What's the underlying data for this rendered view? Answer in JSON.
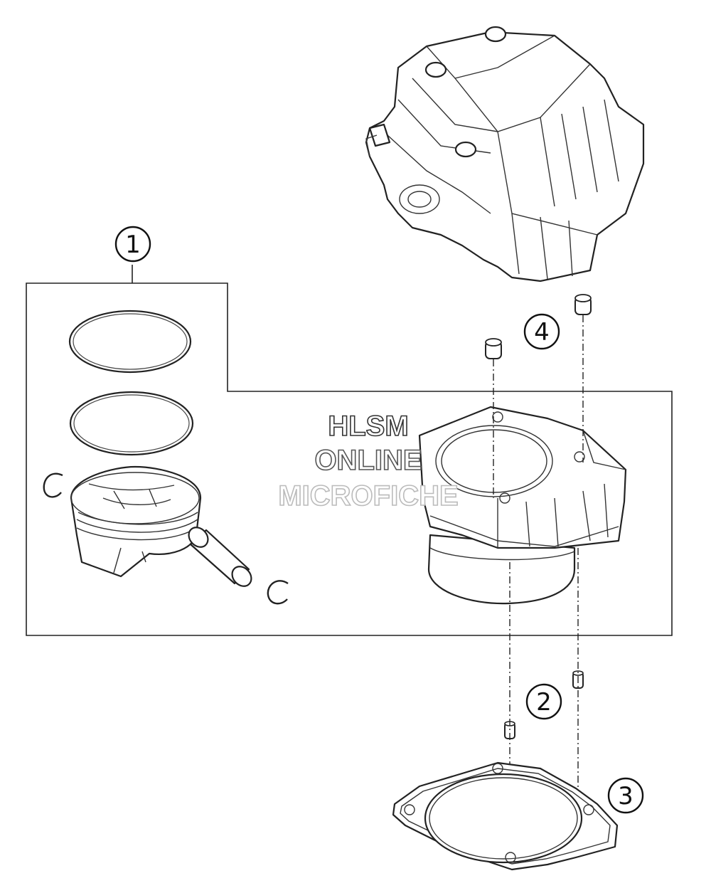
{
  "diagram": {
    "callouts": [
      {
        "id": "1",
        "label": "1"
      },
      {
        "id": "2",
        "label": "2"
      },
      {
        "id": "3",
        "label": "3"
      },
      {
        "id": "4",
        "label": "4"
      }
    ],
    "watermark": {
      "line1": "HLSM",
      "line2": "ONLINE",
      "line3": "MICROFICHE",
      "color_line1": "#333333",
      "color_line2": "#555555",
      "color_line3": "#bbbbbb"
    }
  }
}
